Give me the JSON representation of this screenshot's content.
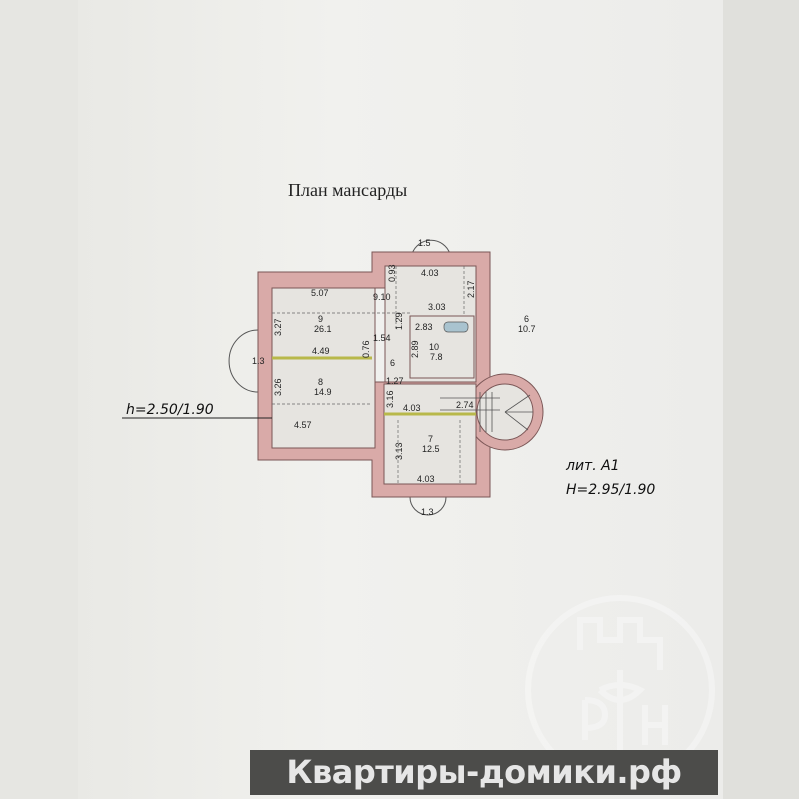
{
  "title": "План мансарды",
  "rooms": [
    {
      "number": "9",
      "area": "26.1"
    },
    {
      "number": "8",
      "area": "14.9"
    },
    {
      "number": "10",
      "area": "7.8"
    },
    {
      "number": "6",
      "area": "10.7"
    },
    {
      "number": "7",
      "area": "12.5"
    },
    {
      "number": "6",
      "area": ""
    }
  ],
  "dimensions": [
    "5.07",
    "9.10",
    "0.93",
    "4.03",
    "1.5",
    "2.17",
    "3.03",
    "3.27",
    "1.29",
    "2.83",
    "2.89",
    "1.54",
    "0.76",
    "4.49",
    "1.3",
    "3.26",
    "1.27",
    "3.16",
    "4.03",
    "2.74",
    "4.57",
    "3.13",
    "4.03",
    "1.3"
  ],
  "annotations": {
    "height_left": "h=2.50/1.90",
    "liter": "лит. А1",
    "height_right": "H=2.95/1.90"
  },
  "watermark": {
    "logo_text": "РФН",
    "banner": "Квартиры-домики.рф"
  },
  "colors": {
    "wall": "#d9aaa8",
    "wall_stroke": "#7a5656",
    "banner_bg": "#4c4c4a",
    "logo_green": "#7cc24a"
  }
}
